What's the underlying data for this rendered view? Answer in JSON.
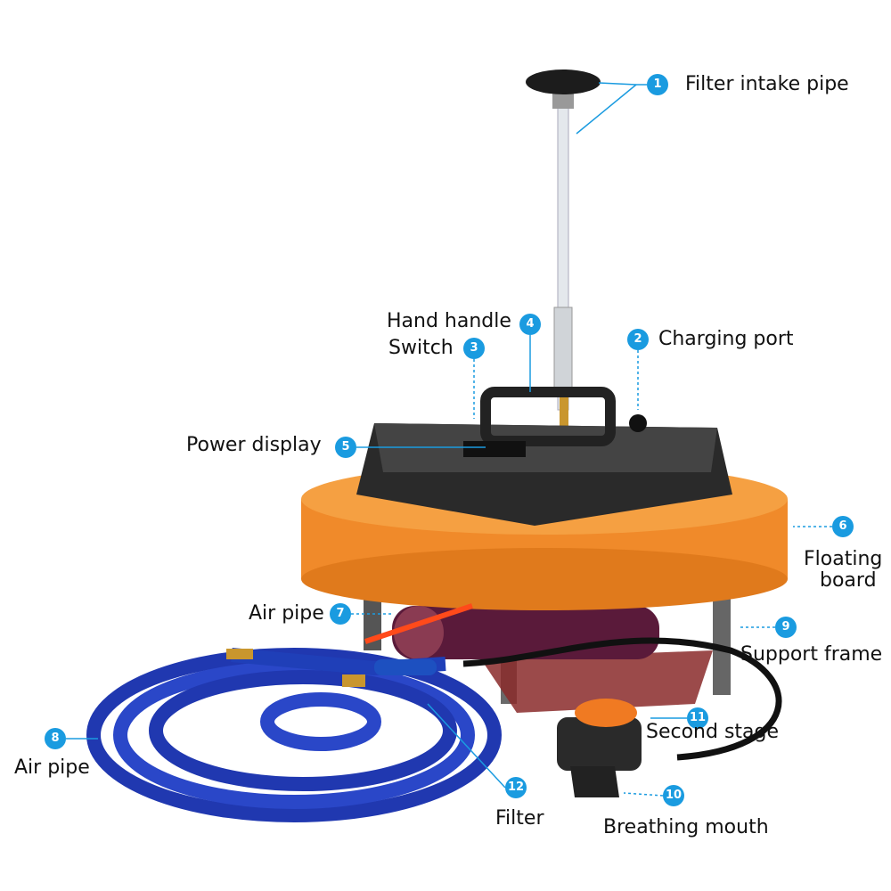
{
  "accent_color": "#1a9be0",
  "callouts": [
    {
      "num": "1",
      "label": "Filter intake pipe"
    },
    {
      "num": "2",
      "label": "Charging port"
    },
    {
      "num": "3",
      "label": "Switch"
    },
    {
      "num": "4",
      "label": "Hand handle"
    },
    {
      "num": "5",
      "label": "Power display"
    },
    {
      "num": "6",
      "label": "Floating",
      "label2": "board"
    },
    {
      "num": "7",
      "label": "Air pipe"
    },
    {
      "num": "8",
      "label": "Air pipe"
    },
    {
      "num": "9",
      "label": "Support frame"
    },
    {
      "num": "10",
      "label": "Breathing mouth"
    },
    {
      "num": "11",
      "label": "Second stage"
    },
    {
      "num": "12",
      "label": "Filter"
    }
  ]
}
